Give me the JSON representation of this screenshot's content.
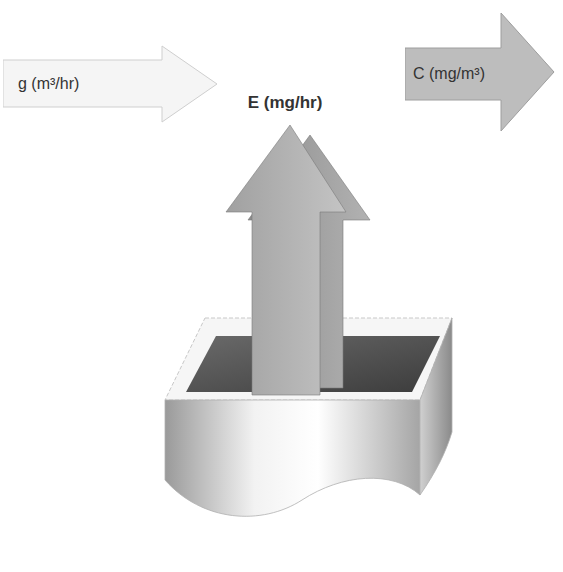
{
  "diagram": {
    "nodes": [
      {
        "text": [
          "g (m³/hr)"
        ]
      },
      {
        "text": [
          "C (mg/m³)"
        ]
      }
    ],
    "labels": [
      "E (mg/hr)"
    ]
  }
}
